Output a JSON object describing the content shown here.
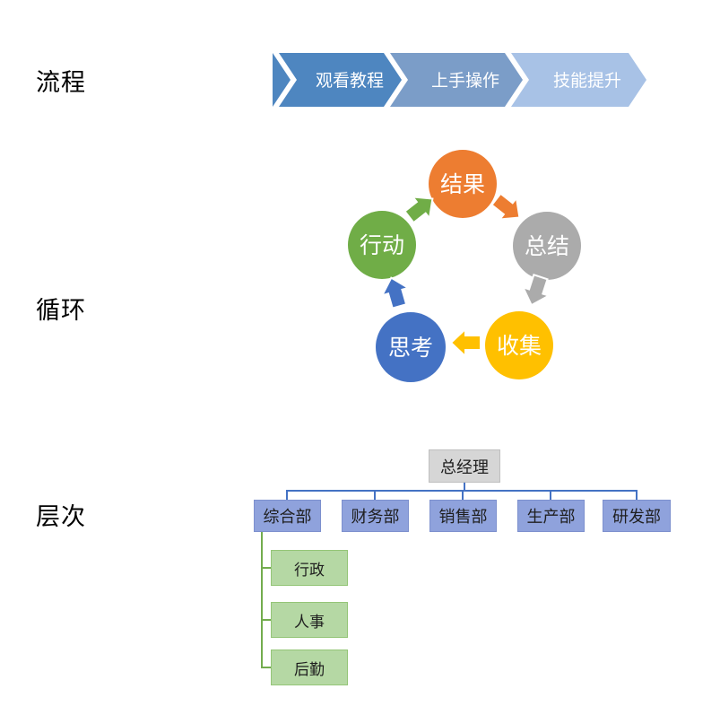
{
  "canvas": {
    "bg": "#ffffff",
    "label_color": "#000000"
  },
  "process": {
    "label": "流程",
    "steps": [
      {
        "label": "观看教程",
        "color": "#4E86C0"
      },
      {
        "label": "上手操作",
        "color": "#7B9DC8"
      },
      {
        "label": "技能提升",
        "color": "#A8C2E6"
      }
    ]
  },
  "cycle": {
    "label": "循环",
    "steps": [
      {
        "label": "结果",
        "color": "#ED7D31"
      },
      {
        "label": "总结",
        "color": "#ABABAB"
      },
      {
        "label": "收集",
        "color": "#FFC000"
      },
      {
        "label": "思考",
        "color": "#4472C4"
      },
      {
        "label": "行动",
        "color": "#70AD47"
      }
    ]
  },
  "hierarchy": {
    "label": "层次",
    "root": {
      "label": "总经理",
      "fill": "#D6D6D6",
      "border": "#BFBFBF"
    },
    "departments": [
      {
        "label": "综合部"
      },
      {
        "label": "财务部"
      },
      {
        "label": "销售部"
      },
      {
        "label": "生产部"
      },
      {
        "label": "研发部"
      }
    ],
    "dept_fill": "#8FA2DC",
    "dept_border": "#7D90CE",
    "sub_departments": [
      {
        "label": "行政"
      },
      {
        "label": "人事"
      },
      {
        "label": "后勤"
      }
    ],
    "sub_fill": "#B5D8A4",
    "sub_border": "#94C577",
    "connector_blue": "#4472C4",
    "connector_green": "#73AC4E"
  }
}
